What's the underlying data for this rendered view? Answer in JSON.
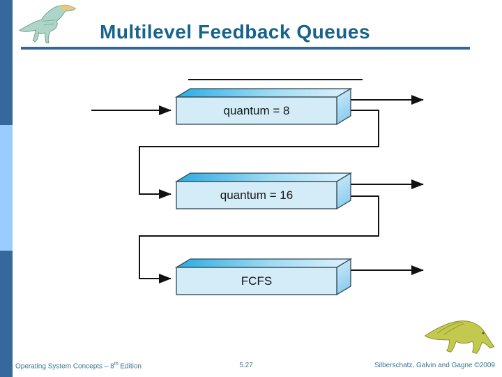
{
  "slide": {
    "title": "Multilevel Feedback Queues",
    "page_number": "5.27",
    "footer_left_prefix": "Operating System Concepts – 8",
    "footer_left_sup": "th",
    "footer_left_suffix": " Edition",
    "footer_right": "Silberschatz, Galvin and Gagne ©2009"
  },
  "diagram": {
    "type": "multilevel-feedback-queue",
    "queues": [
      {
        "label": "quantum = 8"
      },
      {
        "label": "quantum = 16"
      },
      {
        "label": "FCFS"
      }
    ]
  },
  "icons": {
    "top_left": "dinosaur-logo",
    "bottom_right": "dinosaur-corner-icon"
  },
  "colors": {
    "title_text": "#16638C",
    "sidebar_dark": "#35689B",
    "sidebar_light": "#99CCFF",
    "title_rule": "#336699",
    "footer_text": "#35758F",
    "box_front": "#D3ECF8",
    "box_top_gradient_start": "#2AACE2",
    "box_top_gradient_end": "#DDF2FC",
    "box_side_gradient_start": "#D0EBF8",
    "box_side_gradient_end": "#8CCDEE",
    "box_outline": "#2E4552",
    "arrow": "#111111"
  }
}
